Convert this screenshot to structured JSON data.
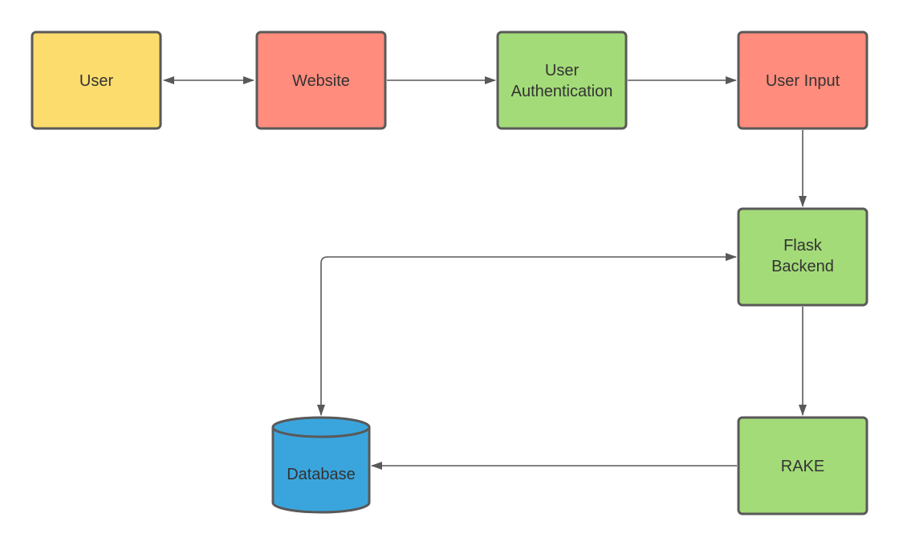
{
  "diagram": {
    "nodes": {
      "user": {
        "lines": [
          "User"
        ],
        "color": "#FCDC6D"
      },
      "website": {
        "lines": [
          "Website"
        ],
        "color": "#FF8C7D"
      },
      "auth": {
        "lines": [
          "User",
          "Authentication"
        ],
        "color": "#A3DB78"
      },
      "input": {
        "lines": [
          "User Input"
        ],
        "color": "#FF8C7D"
      },
      "flask": {
        "lines": [
          "Flask",
          "Backend"
        ],
        "color": "#A3DB78"
      },
      "rake": {
        "lines": [
          "RAKE"
        ],
        "color": "#A3DB78"
      },
      "database": {
        "lines": [
          "Database"
        ],
        "color": "#3AA5DD"
      }
    },
    "edges": [
      {
        "from": "user",
        "to": "website",
        "direction": "both"
      },
      {
        "from": "website",
        "to": "auth",
        "direction": "forward"
      },
      {
        "from": "auth",
        "to": "input",
        "direction": "forward"
      },
      {
        "from": "input",
        "to": "flask",
        "direction": "forward"
      },
      {
        "from": "flask",
        "to": "database",
        "direction": "both"
      },
      {
        "from": "flask",
        "to": "rake",
        "direction": "forward"
      },
      {
        "from": "rake",
        "to": "database",
        "direction": "forward"
      }
    ]
  }
}
